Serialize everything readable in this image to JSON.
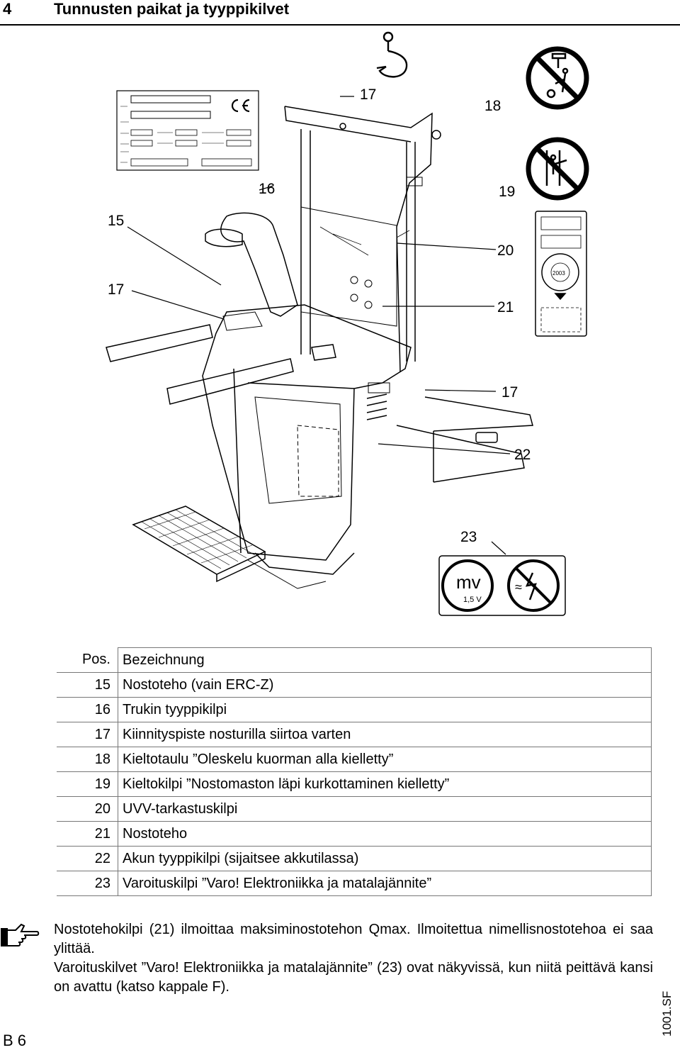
{
  "header": {
    "chapter_number": "4",
    "title": "Tunnusten paikat ja tyyppikilvet"
  },
  "callouts": {
    "c15": "15",
    "c16": "16",
    "c17a": "17",
    "c17b": "17",
    "c17c": "17",
    "c18": "18",
    "c19": "19",
    "c20": "20",
    "c21": "21",
    "c22": "22",
    "c23": "23"
  },
  "warning_label": {
    "mv": "mv",
    "limit": "1,5 V",
    "approx": "≈"
  },
  "uvv_plate": {
    "year": "2003"
  },
  "icons": [
    "crane-hook-icon",
    "no-standing-under-load-icon",
    "no-reaching-through-mast-icon",
    "ce-mark-icon",
    "pointing-hand-icon"
  ],
  "table": {
    "head": {
      "pos": "Pos.",
      "label": "Bezeichnung"
    },
    "rows": [
      {
        "pos": "15",
        "label": "Nostoteho (vain ERC-Z)"
      },
      {
        "pos": "16",
        "label": "Trukin tyyppikilpi"
      },
      {
        "pos": "17",
        "label": "Kiinnityspiste nosturilla siirtoa varten"
      },
      {
        "pos": "18",
        "label": "Kieltotaulu ”Oleskelu kuorman alla kielletty”"
      },
      {
        "pos": "19",
        "label": "Kieltokilpi ”Nostomaston läpi kurkottaminen kielletty”"
      },
      {
        "pos": "20",
        "label": "UVV-tarkastuskilpi"
      },
      {
        "pos": "21",
        "label": "Nostoteho"
      },
      {
        "pos": "22",
        "label": "Akun tyyppikilpi (sijaitsee akkutilassa)"
      },
      {
        "pos": "23",
        "label": "Varoituskilpi ”Varo! Elektroniikka ja matalajännite”"
      }
    ]
  },
  "note": {
    "p1": "Nostotehokilpi (21) ilmoittaa maksiminostotehon Qmax. Ilmoitettua nimellisnostotehoa ei saa ylittää.",
    "p2": "Varoituskilvet ”Varo! Elektroniikka ja matalajännite” (23) ovat näkyvissä, kun niitä peittävä kansi on avattu (katso kappale F)."
  },
  "footer": {
    "page_code": "1001.SF",
    "page_number": "B 6"
  }
}
